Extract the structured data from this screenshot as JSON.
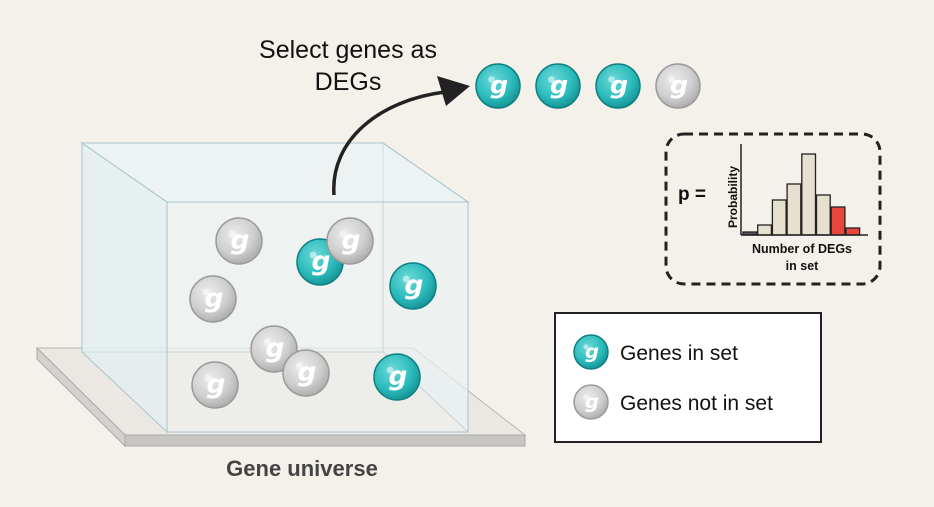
{
  "title": {
    "line1": "Select genes as",
    "line2": "DEGs"
  },
  "gene_glyph": "g",
  "universe_label": "Gene universe",
  "selected_genes": [
    "in-set",
    "in-set",
    "in-set",
    "not-in-set"
  ],
  "universe_genes": [
    "not-in-set",
    "not-in-set",
    "not-in-set",
    "not-in-set",
    "not-in-set",
    "not-in-set",
    "in-set",
    "in-set",
    "in-set"
  ],
  "pvalue": {
    "prefix": "p =",
    "ylabel": "Probability",
    "xlabel_line1": "Number of DEGs",
    "xlabel_line2": "in set",
    "bar_relative_heights": [
      3,
      10,
      35,
      51,
      81,
      40,
      28,
      7
    ],
    "highlighted_bars": [
      6,
      7
    ]
  },
  "legend": {
    "in_set": "Genes in set",
    "not_in_set": "Genes not in set"
  },
  "colors": {
    "background": "#f4f1ea",
    "teal": "#1fb3b5",
    "grey": "#c9c9c9",
    "bar": "#e6e0cf",
    "highlight": "#e8453c",
    "arrow": "#222222"
  }
}
